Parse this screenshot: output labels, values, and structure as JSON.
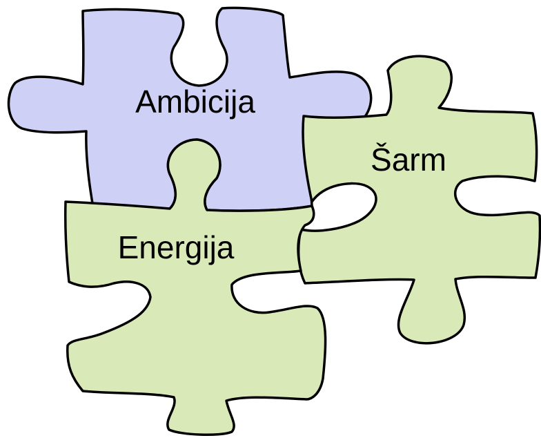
{
  "colors": {
    "ambicija_fill": "#cfd0f6",
    "green_fill": "#d9eab8",
    "outline": "#000000",
    "background": "#ffffff"
  },
  "pieces": {
    "ambicija": {
      "label": "Ambicija"
    },
    "sarm": {
      "label": "Šarm"
    },
    "energija": {
      "label": "Energija"
    }
  }
}
